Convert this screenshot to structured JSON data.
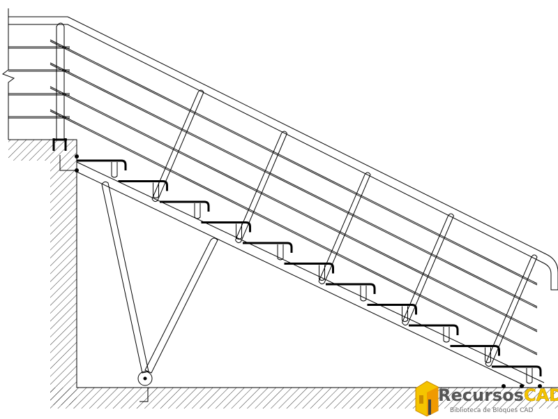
{
  "drawing": {
    "subject": "stair-railing-section",
    "step_count": 11,
    "baluster_count": 5,
    "colors": {
      "line": "#000000",
      "background": "#ffffff"
    }
  },
  "logo": {
    "brand_part1": "Recursos",
    "brand_part2": "CAD",
    "tagline": "Biblioteca de Bloques CAD",
    "colors": {
      "gray": "#555555",
      "yellow": "#f5c400",
      "orange": "#f09a00"
    }
  }
}
